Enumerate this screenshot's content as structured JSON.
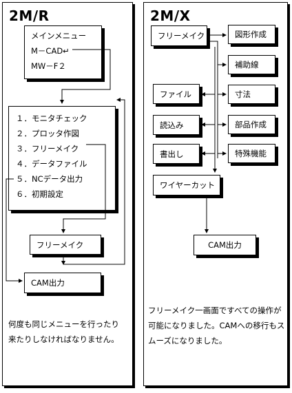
{
  "left": {
    "title": "2M/R",
    "menu": {
      "title": "メインメニュー",
      "items": [
        "M－CAD↵",
        "MW－F２"
      ]
    },
    "list": [
      "１．モニタチェック",
      "２．プロッタ作図",
      "３．フリーメイク",
      "４．データファイル",
      "５．NCデータ出力",
      "６．初期設定"
    ],
    "free_make": "フリーメイク",
    "cam_output": "CAM出力",
    "caption": "何度も同じメニューを行ったり来たりしなければなりません。"
  },
  "right": {
    "title": "2M/X",
    "free_make": "フリーメイク",
    "tools": [
      "図形作成",
      "補助線",
      "寸法",
      "部品作成",
      "特殊機能"
    ],
    "files": [
      "ファイル",
      "読込み",
      "書出し"
    ],
    "wire_cut": "ワイヤーカット",
    "cam_output": "CAM出力",
    "caption": "フリーメイク一画面ですべての操作が可能になりました。CAMへの移行もスムーズになりました。"
  }
}
